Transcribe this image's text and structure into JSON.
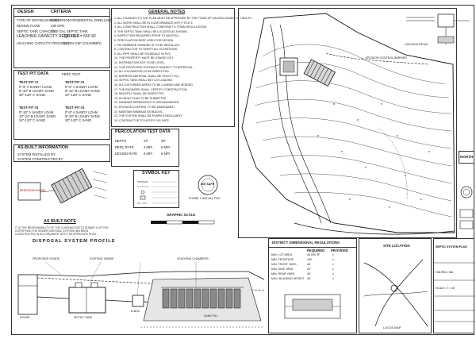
{
  "design_criteria": {
    "col1": "DESIGN",
    "col2": "CRITERIA",
    "rows": [
      {
        "label": "TYPE OF ESTABLISHMENT",
        "value": "3 BEDROOM RESIDENTIAL DWELLING"
      },
      {
        "label": "DESIGN FLOW",
        "value": "330 GPD"
      },
      {
        "label": "SEPTIC TANK CAPACITY",
        "value": "1500 GAL SEPTIC TANK"
      },
      {
        "label": "LEACHING CAPACITY REQUIRED",
        "value": "330 / 0.6 = 550 SF"
      },
      {
        "label": "LEACHING CAPACITY PROVIDED",
        "value": "ELJEN GSF (CHAMBER)"
      }
    ]
  },
  "general_notes": {
    "title": "GENERAL NOTES",
    "items": [
      "1. ALL CHANGES TO THE PLAN MUST BE APPROVED BY THE TOWN OF HALIFAX BOARD OF HEALTH.",
      "2. ALL WORK SHALL BE IN CONFORMANCE WITH TITLE 5.",
      "3. ALL CONSTRUCTION SHALL CONFORM TO TOWN REGULATIONS.",
      "4. THE SEPTIC TANK SHALL BE LOCATED AS SHOWN.",
      "5. INSPECTION REQUIRED PRIOR TO BACKFILL.",
      "6. PERCOLATION RATE USED FOR DESIGN.",
      "7. NO GARBAGE GRINDER IS TO BE INSTALLED.",
      "8. CONTRACTOR TO VERIFY ALL ELEVATIONS.",
      "9. ALL PIPE SHALL BE SCHEDULE 40 PVC.",
      "10. THE PROPERTY MUST BE STAKED OUT.",
      "11. DISTRIBUTION BOX TO BE LEVEL.",
      "12. THIS PROPOSED SYSTEM IS SUBJECT TO APPROVAL.",
      "13. ALL EXCAVATION TO BE INSPECTED.",
      "14. BORROW MATERIAL SHALL BE SELECT FILL.",
      "15. SEPTIC TANK SHALL BE H-20 LOADING.",
      "16. ALL DISTURBED AREAS TO BE LOAMED AND SEEDED.",
      "17. THE ENGINEER SHALL CERTIFY CONSTRUCTION.",
      "18. BACKFILL SHALL BE INSPECTED.",
      "19. AS-BUILT PLAN TO BE SUBMITTED.",
      "20. MINIMUM SEPARATION TO GROUNDWATER.",
      "21. EROSION CONTROL TO BE MAINTAINED.",
      "22. MAINTAIN MINIMUM SETBACKS.",
      "23. THE SYSTEM SHALL BE PUMPED REGULARLY.",
      "24. CONTRACTOR TO NOTIFY DIG SAFE."
    ]
  },
  "test_pits": {
    "title": "TEST PIT DATA",
    "subtitle": "PERC TEST",
    "pits": [
      {
        "name": "TEST PIT #1",
        "rows": [
          "0\"-8\" A SANDY LOAM",
          "8\"-20\" B LOAMY SAND",
          "20\"-120\" C SAND"
        ]
      },
      {
        "name": "TEST PIT #2",
        "rows": [
          "0\"-8\" A SANDY LOAM",
          "8\"-22\" B LOAMY SAND",
          "22\"-120\" C SAND"
        ]
      },
      {
        "name": "TEST PIT #3",
        "rows": [
          "0\"-10\" A SANDY LOAM",
          "10\"-24\" B LOAMY SAND",
          "24\"-120\" C SAND"
        ]
      },
      {
        "name": "TEST PIT #4",
        "rows": [
          "0\"-8\" A SANDY LOAM",
          "8\"-20\" B LOAMY SAND",
          "20\"-120\" C SAND"
        ]
      }
    ]
  },
  "as_built_info": {
    "title": "AS-BUILT INFORMATION",
    "lines": [
      "SYSTEM INSTALLED BY:",
      "SYSTEM CONSTRUCTED BY:"
    ]
  },
  "house_label": "BEDROOM HOUSE",
  "as_built_note": {
    "title": "AS BUILT NOTE",
    "text": "IT IS THE RESPONSIBILITY OF THE CONTRACTOR TO SUBMIT A LETTER CERTIFYING THE SEWER DISPOSAL SYSTEM HAS BEEN CONSTRUCTED IN ACCORDANCE WITH THE APPROVED PLAN."
  },
  "profile": {
    "title": "DISPOSAL SYSTEM PROFILE",
    "labels": [
      "HOUSE",
      "SEPTIC TANK",
      "D-BOX",
      "LEACHING CHAMBERS",
      "PROPOSED GRADE",
      "EXISTING GRADE",
      "SAND FILL"
    ]
  },
  "perc_table": {
    "title": "PERCOLATION TEST DATA",
    "rows": [
      {
        "label": "DEPTH",
        "a": "24\"",
        "b": "30\""
      },
      {
        "label": "PERC RATE",
        "a": "4 MPI",
        "b": "6 MPI"
      },
      {
        "label": "DESIGN RATE",
        "a": "6 MPI",
        "b": "6 MPI"
      }
    ]
  },
  "symbol_key_title": "SYMBOL KEY",
  "dig_safe": {
    "line1": "DIG SAFE",
    "line2": "PHONE 1-800-344-7233"
  },
  "graphic_scale": "GRAPHIC SCALE",
  "district_table": {
    "title": "DISTRICT DIMENSIONAL REGULATIONS",
    "headers": [
      "",
      "REQUIRED",
      "PROVIDED"
    ],
    "rows": [
      [
        "MIN. LOT AREA",
        "40,000 SF",
        "±"
      ],
      [
        "MIN. FRONTAGE",
        "150'",
        "±"
      ],
      [
        "MIN. FRONT YARD",
        "40'",
        "±"
      ],
      [
        "MIN. SIDE YARD",
        "20'",
        "±"
      ],
      [
        "MIN. REAR YARD",
        "30'",
        "±"
      ],
      [
        "MAX. BUILDING HEIGHT",
        "35'",
        "±"
      ]
    ]
  },
  "locus": {
    "title": "SITE LOCATION",
    "caption": "LOCUS MAP"
  },
  "north_label": "NORTH",
  "erosion_label": "EROSION CONTROL BARRIER",
  "leach_detail_label": "LEACHING DETAIL",
  "title_block": {
    "plan_title": "SEPTIC SYSTEM PLAN",
    "town": "HALIFAX, MA",
    "scale": "SCALE: 1\" = 40'"
  }
}
